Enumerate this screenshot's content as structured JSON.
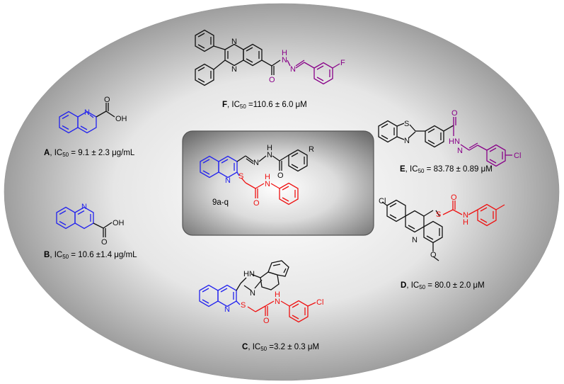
{
  "colors": {
    "blue": "#2222ee",
    "red": "#ee1111",
    "purple": "#880088",
    "black": "#111111"
  },
  "compounds": {
    "A": {
      "letter": "A",
      "text_pre": ", IC",
      "sub": "50",
      "text_post": " = 9.1 ± 2.3 μg/mL",
      "atoms": {
        "n": "N",
        "o": "O",
        "oh": "OH"
      }
    },
    "B": {
      "letter": "B",
      "text_pre": ", IC",
      "sub": "50",
      "text_post": " = 10.6 ±1.4 μg/mL",
      "atoms": {
        "n": "N",
        "o": "O",
        "oh": "OH"
      }
    },
    "C": {
      "letter": "C",
      "text_pre": ", IC",
      "sub": "50",
      "text_post": " =3.2 ± 0.3 μM",
      "atoms": {
        "n": "N",
        "hn": "HN",
        "n2": "N",
        "s": "S",
        "o": "O",
        "nh": "N",
        "h": "H",
        "cl": "Cl"
      }
    },
    "D": {
      "letter": "D",
      "text_pre": ", IC",
      "sub": "50",
      "text_post": " = 80.0 ± 2.0 μM",
      "atoms": {
        "cl": "Cl",
        "n": "N",
        "s": "S",
        "o": "O",
        "nh": "N",
        "h": "H",
        "ome": "O"
      }
    },
    "E": {
      "letter": "E",
      "text_pre": ", IC",
      "sub": "50",
      "text_post": " = 83.78 ± 0.89  μM",
      "atoms": {
        "s": "S",
        "n": "N",
        "o": "O",
        "hn": "HN",
        "n2": "N",
        "cl": "Cl"
      }
    },
    "F": {
      "letter": "F",
      "text_pre": ", IC",
      "sub": "50",
      "text_post": " =110.6 ± 6.0 μM",
      "atoms": {
        "n1": "N",
        "n2": "N",
        "o": "O",
        "nh": "N",
        "h": "H",
        "n3": "N",
        "f": "F"
      }
    }
  },
  "center": {
    "label": "9a-q",
    "atoms": {
      "n": "N",
      "s": "S",
      "n1": "N",
      "n2": "N",
      "h": "H",
      "o1": "O",
      "o2": "O",
      "nh": "N",
      "h2": "H",
      "r": "R"
    }
  }
}
